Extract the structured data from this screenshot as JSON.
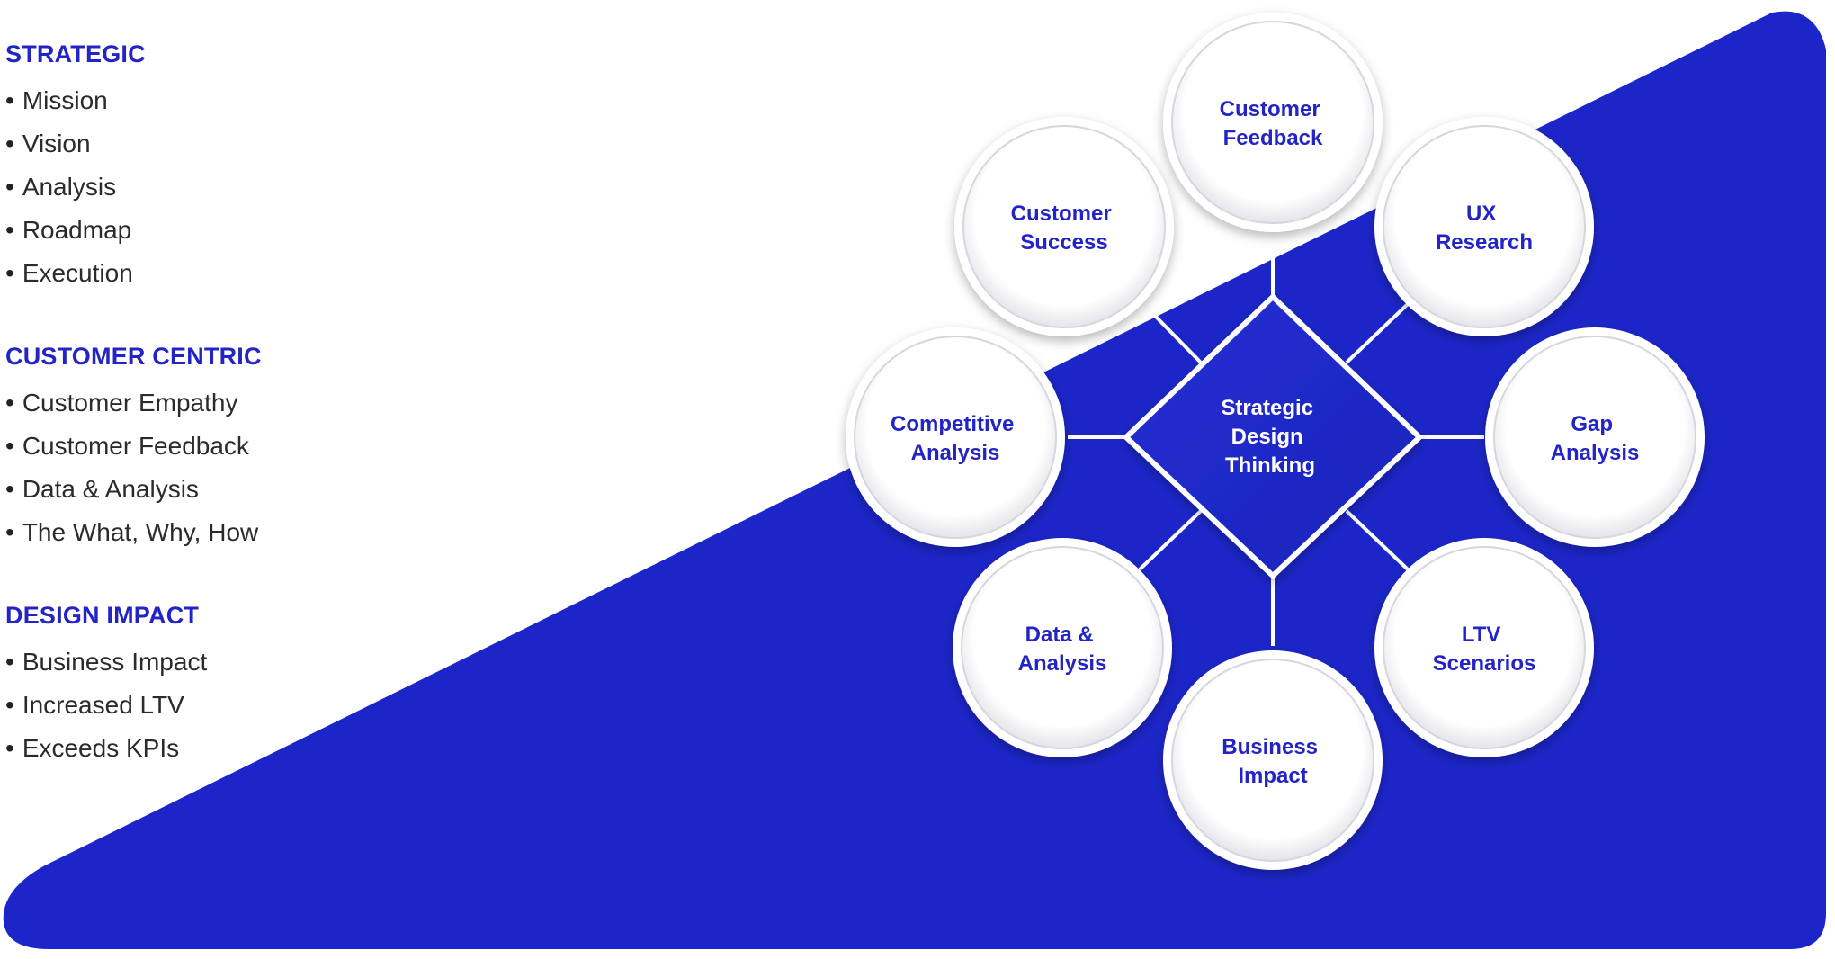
{
  "sections": [
    {
      "heading": "STRATEGIC",
      "items": [
        "Mission",
        "Vision",
        "Analysis",
        "Roadmap",
        "Execution"
      ]
    },
    {
      "heading": "CUSTOMER CENTRIC",
      "items": [
        "Customer Empathy",
        "Customer Feedback",
        "Data & Analysis",
        "The What, Why, How"
      ]
    },
    {
      "heading": "DESIGN IMPACT",
      "items": [
        "Business Impact",
        "Increased LTV",
        "Exceeds KPIs"
      ]
    }
  ],
  "diagram": {
    "center": [
      "Strategic",
      "Design",
      "Thinking"
    ],
    "nodes": {
      "customer_feedback": [
        "Customer",
        "Feedback"
      ],
      "customer_success": [
        "Customer",
        "Success"
      ],
      "ux_research": [
        "UX",
        "Research"
      ],
      "competitive_analysis": [
        "Competitive",
        "Analysis"
      ],
      "gap_analysis": [
        "Gap",
        "Analysis"
      ],
      "data_analysis": [
        "Data &",
        "Analysis"
      ],
      "ltv_scenarios": [
        "LTV",
        "Scenarios"
      ],
      "business_impact": [
        "Business",
        "Impact"
      ]
    }
  },
  "colors": {
    "accent": "#1c26c8",
    "heading": "#2324c5",
    "node_text": "#2324c5",
    "node_fill": "#ffffff"
  }
}
